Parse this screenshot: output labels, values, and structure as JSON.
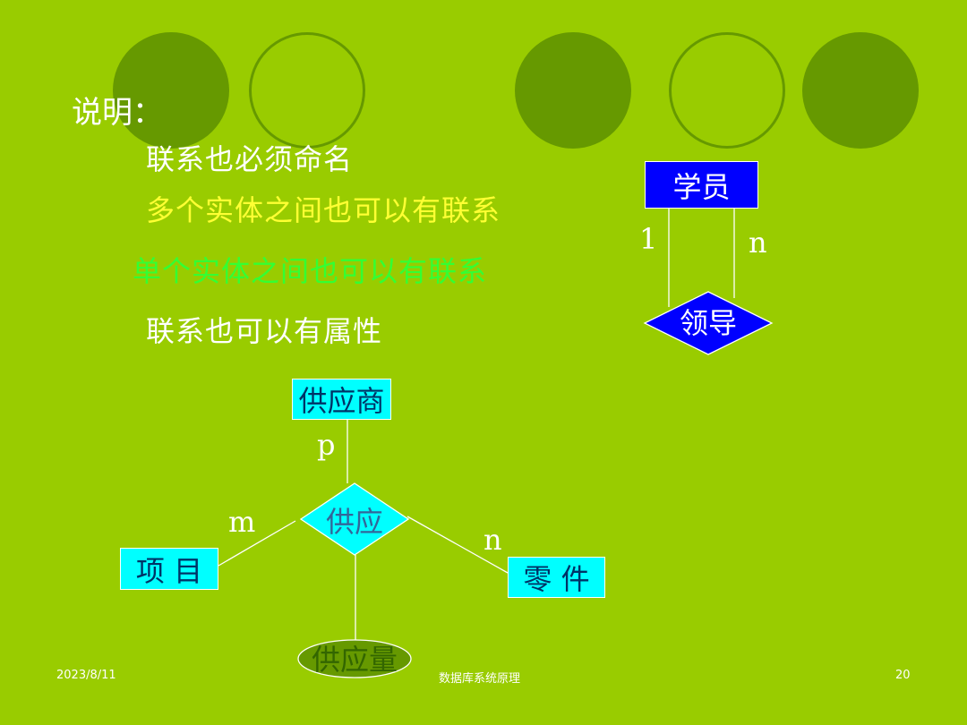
{
  "heading": "说明：",
  "bullets": [
    "联系也必须命名",
    "多个实体之间也可以有联系",
    "单个实体之间也可以有联系",
    "联系也可以有属性"
  ],
  "diagram1": {
    "entity": "学员",
    "relationship": "领导",
    "card_left": "1",
    "card_right": "n"
  },
  "diagram2": {
    "entities": {
      "supplier": "供应商",
      "project": "项 目",
      "part": "零 件"
    },
    "relationship": "供应",
    "attribute": "供应量",
    "card_supplier": "p",
    "card_project": "m",
    "card_part": "n"
  },
  "footer": {
    "date": "2023/8/11",
    "course": "数据库系统原理",
    "page": "20"
  },
  "colors": {
    "background": "#99cc00",
    "accent_circle": "#669900",
    "entity_blue": "#0000ff",
    "entity_cyan": "#00ffff",
    "attribute_green": "#669900"
  }
}
